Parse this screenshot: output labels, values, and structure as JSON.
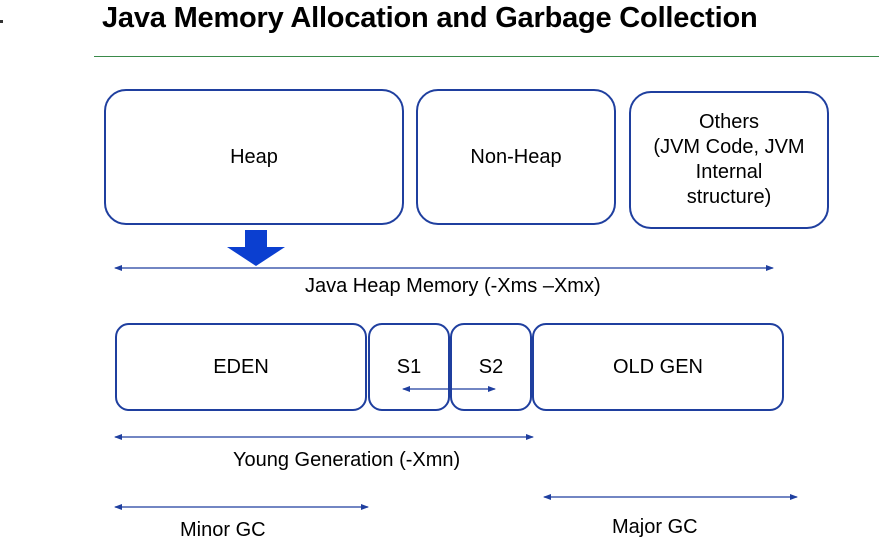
{
  "title": "Java Memory Allocation and Garbage Collection",
  "top_boxes": [
    {
      "label": "Heap"
    },
    {
      "label": "Non-Heap"
    },
    {
      "label": "Others\n(JVM Code, JVM\nInternal\nstructure)"
    }
  ],
  "heap_memory_label": "Java Heap Memory (-Xms –Xmx)",
  "generations": [
    {
      "label": "EDEN"
    },
    {
      "label": "S1"
    },
    {
      "label": "S2"
    },
    {
      "label": "OLD GEN"
    }
  ],
  "young_generation_label": "Young Generation (-Xmn)",
  "minor_gc_label": "Minor GC",
  "major_gc_label": "Major GC",
  "colors": {
    "box_border": "#1f3f9f",
    "arrow": "#1f3f9f",
    "down_arrow": "#0b3fd0",
    "title_rule": "#3a8a4a"
  }
}
